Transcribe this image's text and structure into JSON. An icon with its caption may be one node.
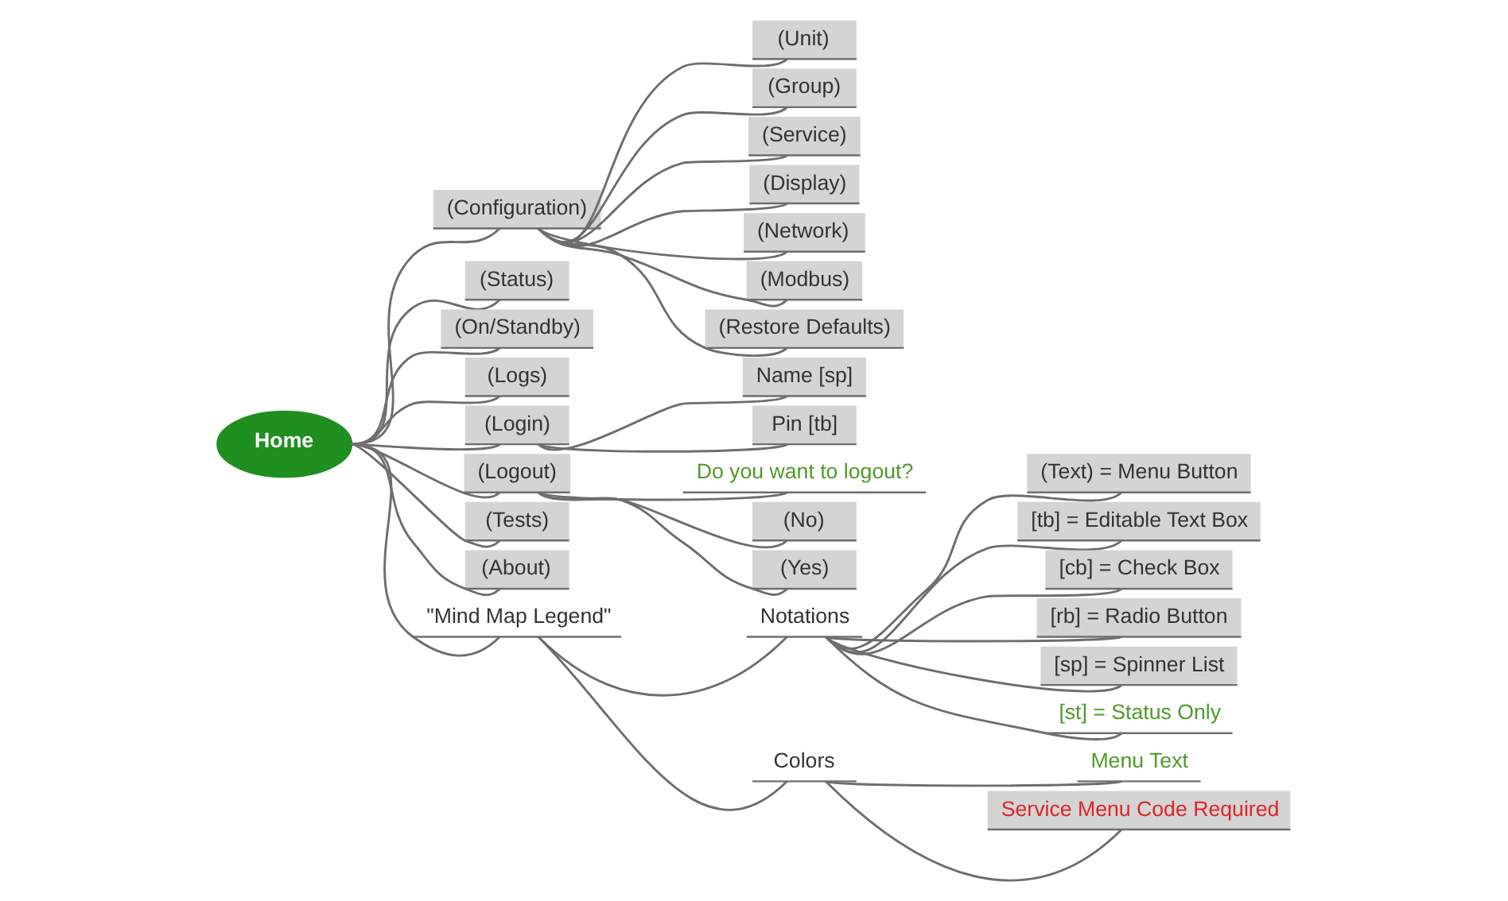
{
  "diagram": {
    "nodes": [
      {
        "text": [
          "Home"
        ]
      },
      {
        "text": [
          "(Configuration)"
        ]
      },
      {
        "text": [
          "(Unit)"
        ]
      },
      {
        "text": [
          "(Group)"
        ]
      },
      {
        "text": [
          "(Service)"
        ]
      },
      {
        "text": [
          "(Display)"
        ]
      },
      {
        "text": [
          "(Network)"
        ]
      },
      {
        "text": [
          "(Modbus)"
        ]
      },
      {
        "text": [
          "(Restore Defaults)"
        ]
      },
      {
        "text": [
          "(Status)"
        ]
      },
      {
        "text": [
          "(On/Standby)"
        ]
      },
      {
        "text": [
          "(Logs)"
        ]
      },
      {
        "text": [
          "(Login)"
        ]
      },
      {
        "text": [
          "Name [sp]"
        ]
      },
      {
        "text": [
          "Pin [tb]"
        ]
      },
      {
        "text": [
          "(Logout)"
        ]
      },
      {
        "text": [
          "Do you want to logout?"
        ]
      },
      {
        "text": [
          "(No)"
        ]
      },
      {
        "text": [
          "(Yes)"
        ]
      },
      {
        "text": [
          "(Tests)"
        ]
      },
      {
        "text": [
          "(About)"
        ]
      },
      {
        "text": [
          "\"Mind Map Legend\""
        ]
      },
      {
        "text": [
          "Notations"
        ]
      },
      {
        "text": [
          "(Text) = Menu Button"
        ]
      },
      {
        "text": [
          "[tb] = Editable Text Box"
        ]
      },
      {
        "text": [
          "[cb] = Check Box"
        ]
      },
      {
        "text": [
          "[rb] = Radio Button"
        ]
      },
      {
        "text": [
          "[sp] = Spinner List"
        ]
      },
      {
        "text": [
          "[st] = Status Only"
        ]
      },
      {
        "text": [
          "Colors"
        ]
      },
      {
        "text": [
          "Menu Text"
        ]
      },
      {
        "text": [
          "Service Menu Code Required"
        ]
      }
    ],
    "edges": [
      {
        "from": 0,
        "to": 1,
        "arrow": "none"
      },
      {
        "from": 1,
        "to": 2,
        "arrow": "none"
      },
      {
        "from": 1,
        "to": 3,
        "arrow": "none"
      },
      {
        "from": 1,
        "to": 4,
        "arrow": "none"
      },
      {
        "from": 1,
        "to": 5,
        "arrow": "none"
      },
      {
        "from": 1,
        "to": 6,
        "arrow": "none"
      },
      {
        "from": 1,
        "to": 7,
        "arrow": "none"
      },
      {
        "from": 1,
        "to": 8,
        "arrow": "none"
      },
      {
        "from": 0,
        "to": 9,
        "arrow": "none"
      },
      {
        "from": 0,
        "to": 10,
        "arrow": "none"
      },
      {
        "from": 0,
        "to": 11,
        "arrow": "none"
      },
      {
        "from": 0,
        "to": 12,
        "arrow": "none"
      },
      {
        "from": 12,
        "to": 13,
        "arrow": "none"
      },
      {
        "from": 12,
        "to": 14,
        "arrow": "none"
      },
      {
        "from": 0,
        "to": 15,
        "arrow": "none"
      },
      {
        "from": 15,
        "to": 16,
        "arrow": "none"
      },
      {
        "from": 15,
        "to": 17,
        "arrow": "none"
      },
      {
        "from": 15,
        "to": 18,
        "arrow": "none"
      },
      {
        "from": 0,
        "to": 19,
        "arrow": "none"
      },
      {
        "from": 0,
        "to": 20,
        "arrow": "none"
      },
      {
        "from": 0,
        "to": 21,
        "arrow": "none"
      },
      {
        "from": 21,
        "to": 22,
        "arrow": "none"
      },
      {
        "from": 22,
        "to": 23,
        "arrow": "none"
      },
      {
        "from": 22,
        "to": 24,
        "arrow": "none"
      },
      {
        "from": 22,
        "to": 25,
        "arrow": "none"
      },
      {
        "from": 22,
        "to": 26,
        "arrow": "none"
      },
      {
        "from": 22,
        "to": 27,
        "arrow": "none"
      },
      {
        "from": 22,
        "to": 28,
        "arrow": "none"
      },
      {
        "from": 21,
        "to": 29,
        "arrow": "none"
      },
      {
        "from": 29,
        "to": 30,
        "arrow": "none"
      },
      {
        "from": 29,
        "to": 31,
        "arrow": "none"
      }
    ]
  }
}
